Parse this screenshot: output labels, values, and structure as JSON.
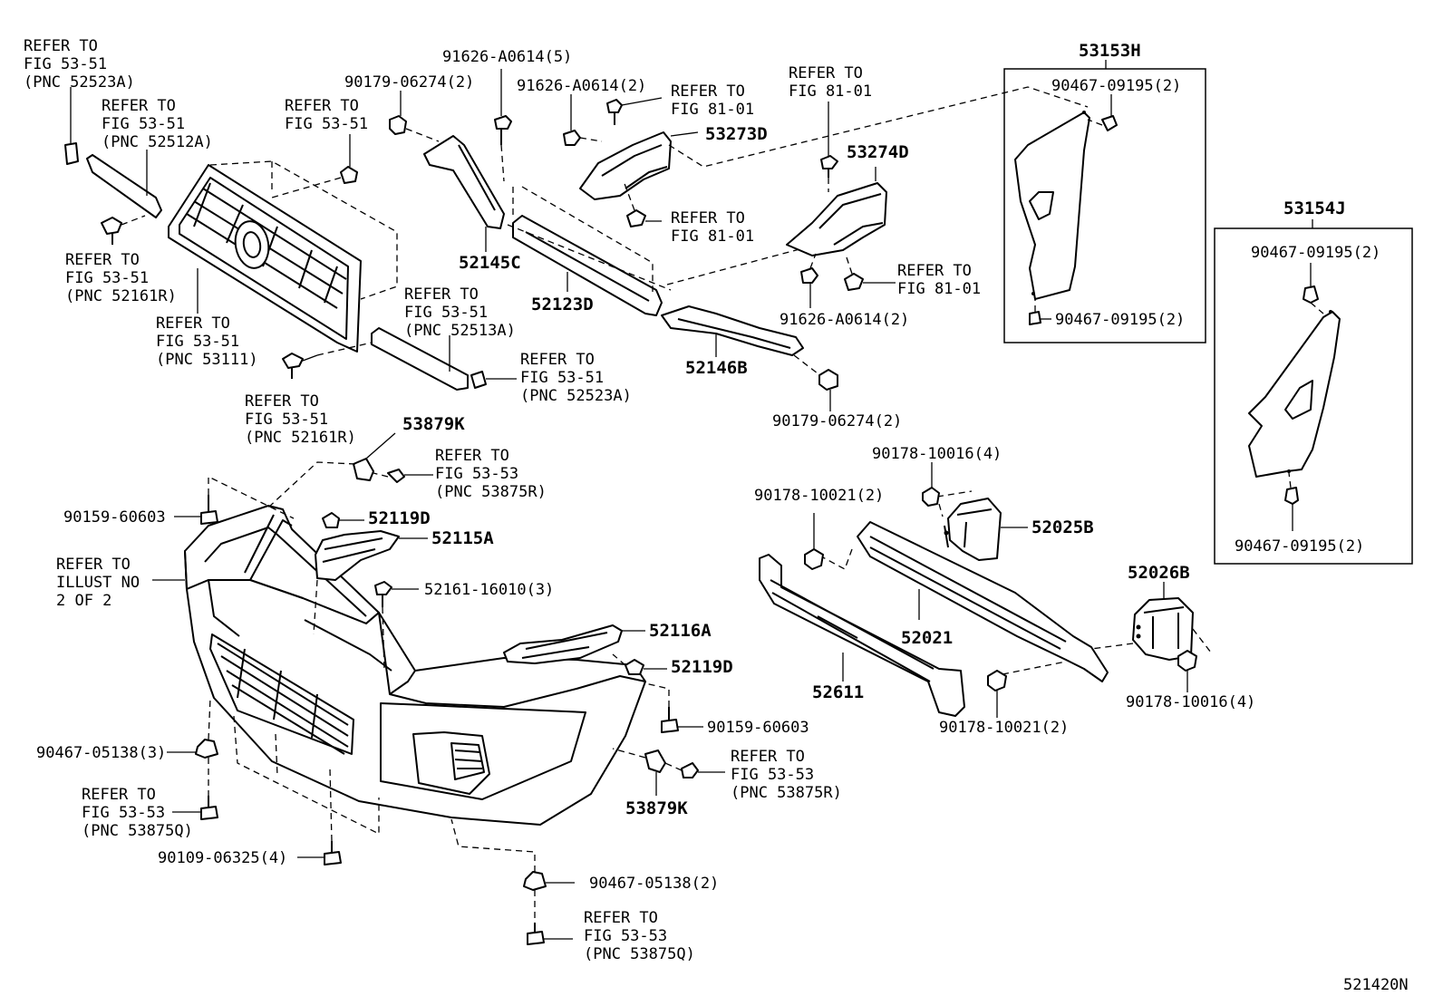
{
  "labels": {
    "ref_top_left": [
      "REFER TO",
      "FIG 53-51",
      "(PNC 52523A)"
    ],
    "ref_52512a": [
      "REFER TO",
      "FIG 53-51",
      "(PNC 52512A)"
    ],
    "ref_52161r_a": [
      "REFER TO",
      "FIG 53-51",
      "(PNC 52161R)"
    ],
    "ref_fig5351_clip": [
      "REFER TO",
      "FIG 53-51"
    ],
    "ref_53111": [
      "REFER TO",
      "FIG 53-51",
      "(PNC 53111)"
    ],
    "ref_52161r_b": [
      "REFER TO",
      "FIG 53-51",
      "(PNC 52161R)"
    ],
    "ref_52513a": [
      "REFER TO",
      "FIG 53-51",
      "(PNC 52513A)"
    ],
    "ref_52523a_b": [
      "REFER TO",
      "FIG 53-51",
      "(PNC 52523A)"
    ],
    "ref_fig8101_a": [
      "REFER TO",
      "FIG 81-01"
    ],
    "ref_fig8101_b": [
      "REFER TO",
      "FIG 81-01"
    ],
    "ref_fig8101_c": [
      "REFER TO",
      "FIG 81-01"
    ],
    "ref_fig8101_d": [
      "REFER TO",
      "FIG 81-01"
    ],
    "ref_53875r_a": [
      "REFER TO",
      "FIG 53-53",
      "(PNC 53875R)"
    ],
    "ref_53875r_b": [
      "REFER TO",
      "FIG 53-53",
      "(PNC 53875R)"
    ],
    "ref_53875q_a": [
      "REFER TO",
      "FIG 53-53",
      "(PNC 53875Q)"
    ],
    "ref_53875q_b": [
      "REFER TO",
      "FIG 53-53",
      "(PNC 53875Q)"
    ],
    "ref_illust": [
      "REFER TO",
      "ILLUST NO",
      "2 OF 2"
    ],
    "p_91626_5": "91626-A0614(5)",
    "p_90179_top": "90179-06274(2)",
    "p_91626_2a": "91626-A0614(2)",
    "p_91626_2b": "91626-A0614(2)",
    "p_90179_bot": "90179-06274(2)",
    "p_53273d": "53273D",
    "p_53274d": "53274D",
    "p_52145c": "52145C",
    "p_52123d": "52123D",
    "p_52146b": "52146B",
    "p_53153h": "53153H",
    "p_53154j": "53154J",
    "p_90467_a": "90467-09195(2)",
    "p_90467_b": "90467-09195(2)",
    "p_90467_c": "90467-09195(2)",
    "p_90467_d": "90467-09195(2)",
    "p_53879k_a": "53879K",
    "p_53879k_b": "53879K",
    "p_90159_a": "90159-60603",
    "p_90159_b": "90159-60603",
    "p_52119d_a": "52119D",
    "p_52119d_b": "52119D",
    "p_52115a": "52115A",
    "p_52116a": "52116A",
    "p_52161": "52161-16010(3)",
    "p_90467_05138_3": "90467-05138(3)",
    "p_90467_05138_2": "90467-05138(2)",
    "p_90109": "90109-06325(4)",
    "p_90178_16_a": "90178-10016(4)",
    "p_90178_16_b": "90178-10016(4)",
    "p_90178_21_a": "90178-10021(2)",
    "p_90178_21_b": "90178-10021(2)",
    "p_52025b": "52025B",
    "p_52026b": "52026B",
    "p_52021": "52021",
    "p_52611": "52611",
    "illust_code": "521420N"
  }
}
